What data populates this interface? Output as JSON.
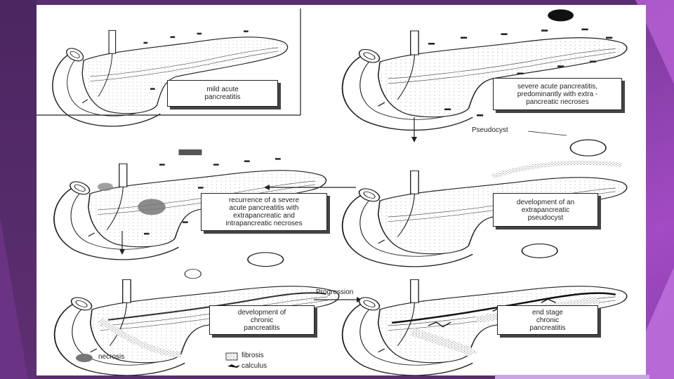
{
  "panels": {
    "p1": {
      "label": "mild acute\npancreatitis"
    },
    "p2": {
      "label": "severe acute pancreatitis,\npredominantly with extra -\npancreatic necroses"
    },
    "p3": {
      "label": "recurrence of a severe\nacute pancreatitis with\nextrapancreatic and\nintrapancreatic necroses"
    },
    "p4": {
      "label": "development of an\nextrapancreatic\npseudocyst",
      "callout": "Pseudocyst"
    },
    "p5": {
      "label": "development of\nchronic\npancreatitis"
    },
    "p6": {
      "label": "end stage\nchronic\npancreatitis"
    }
  },
  "progression_label": "Progression",
  "legend": {
    "necrosis": "necrosis",
    "fibrosis": "fibrosis",
    "calculus": "calculus"
  },
  "colors": {
    "slide_bg": "#5a2d6e",
    "accent": "#a24bc4",
    "ink": "#222222"
  }
}
